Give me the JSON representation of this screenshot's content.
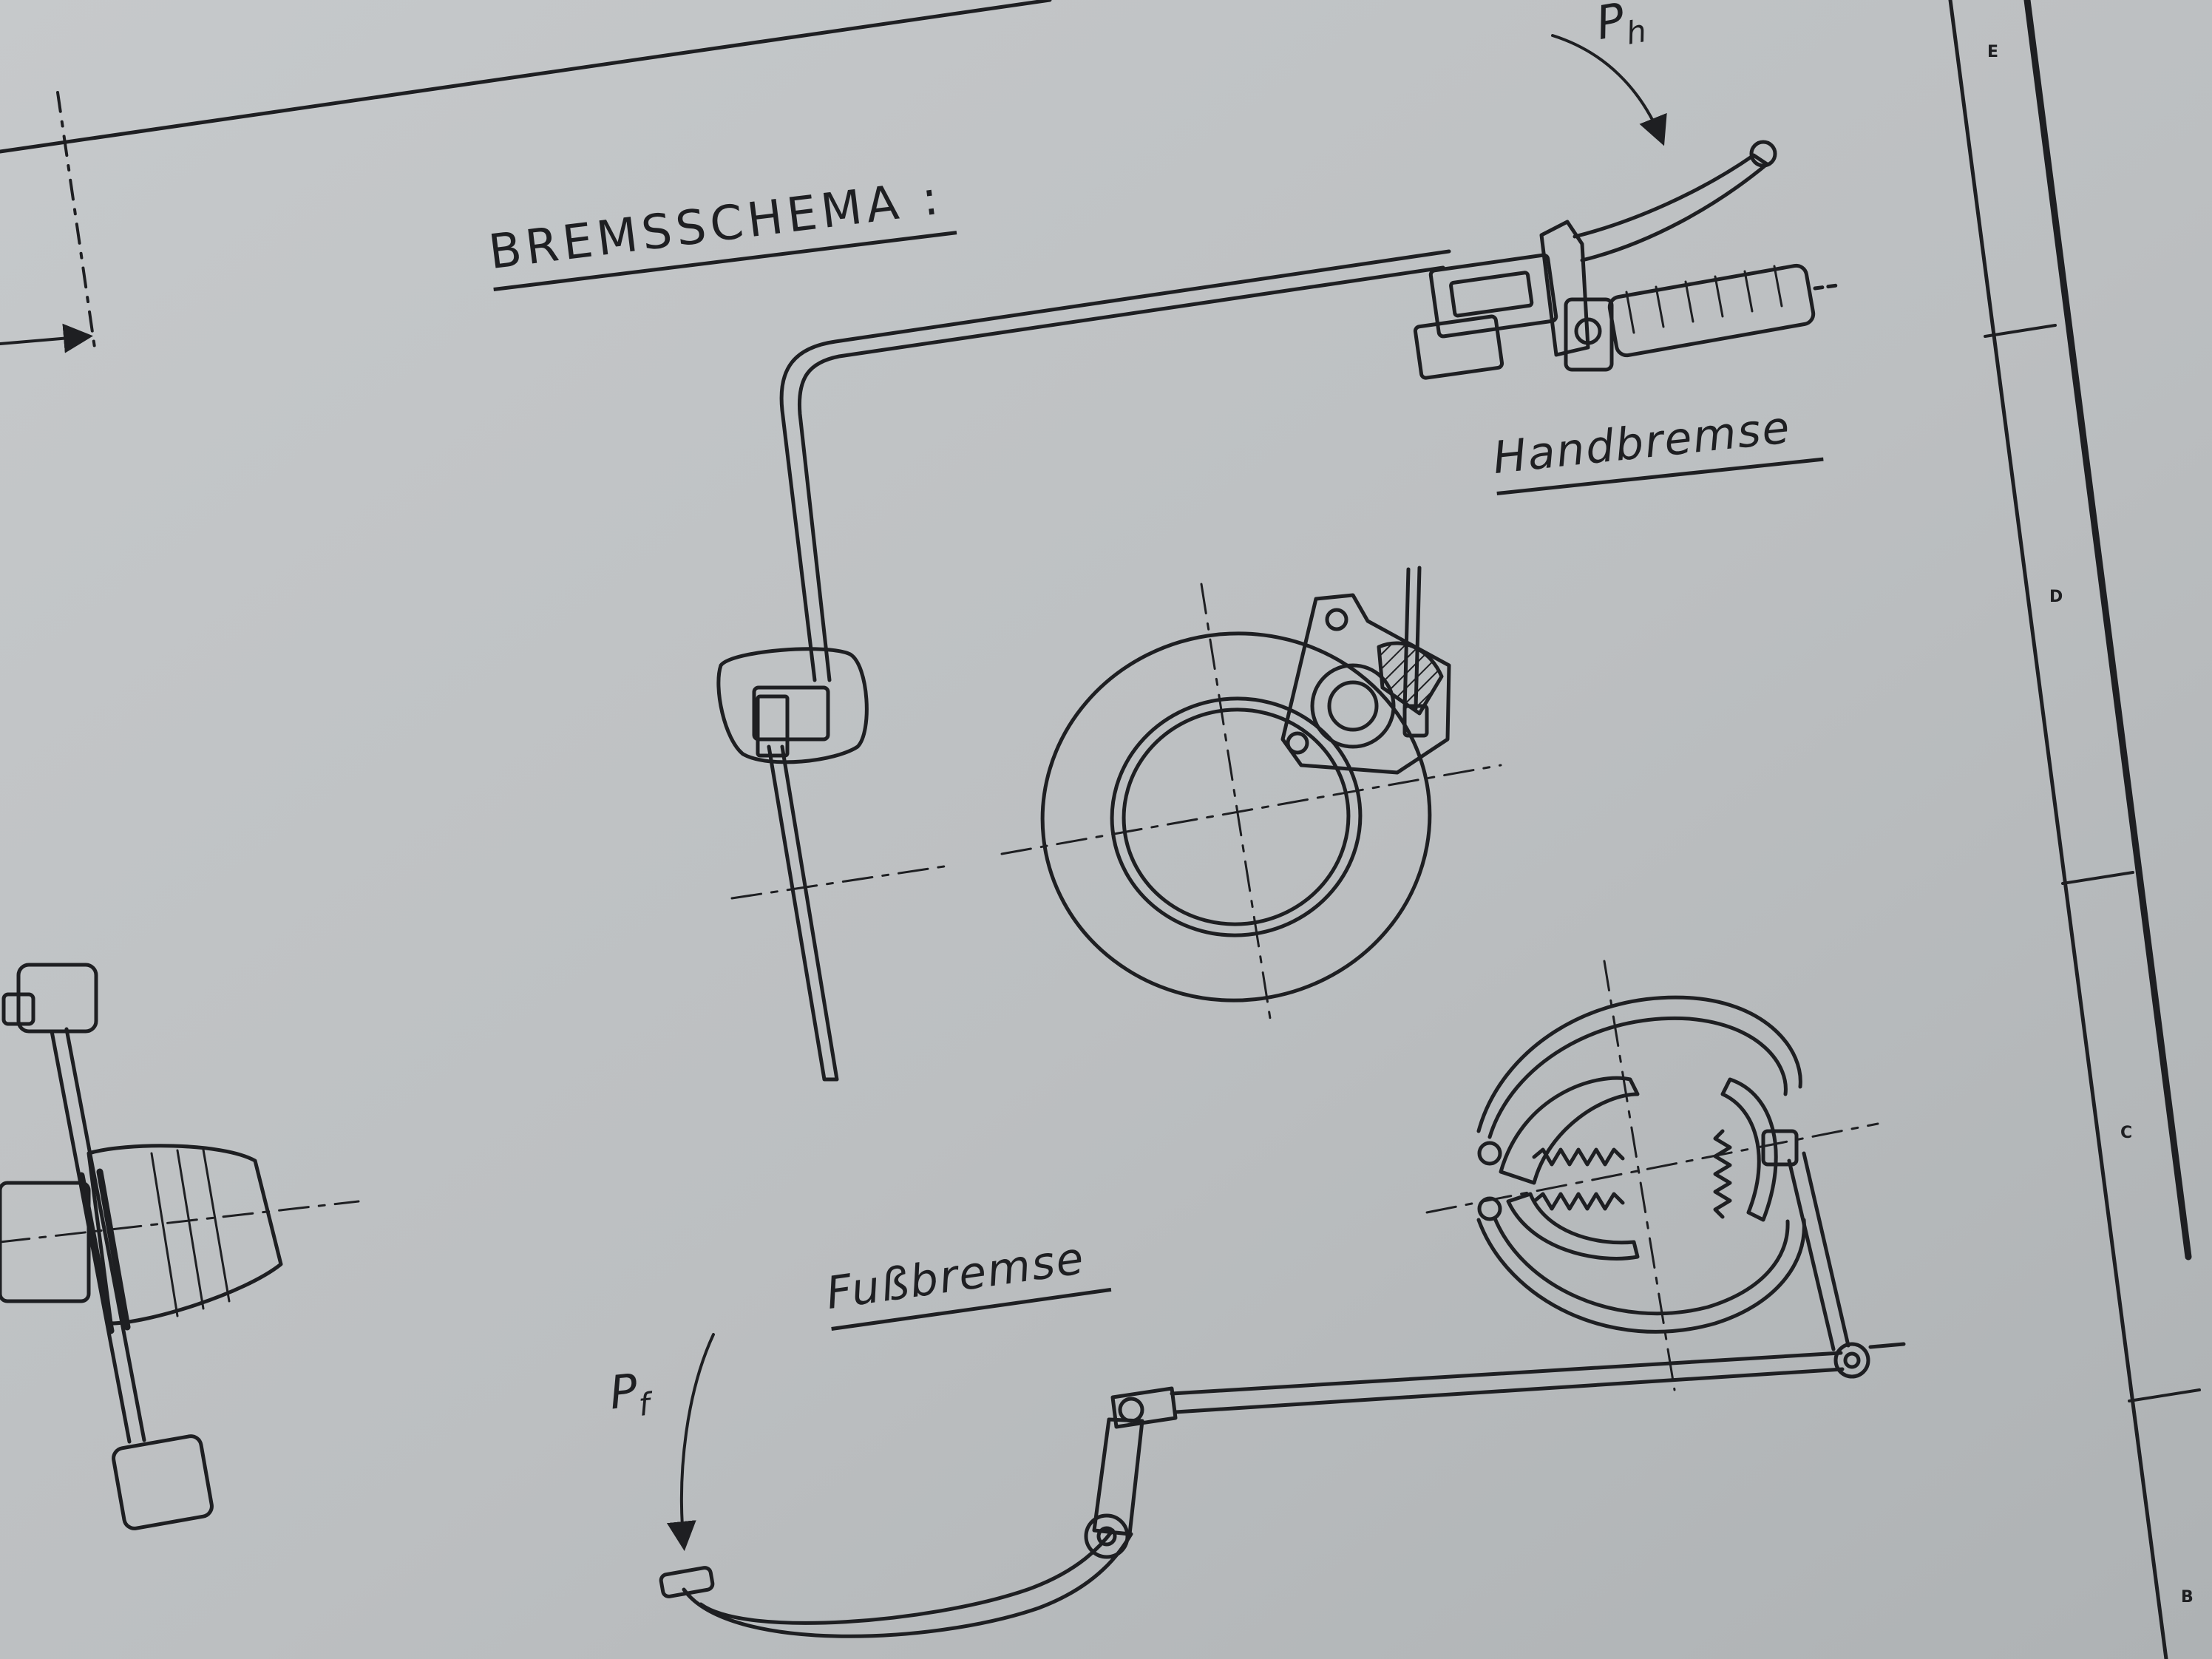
{
  "drawing": {
    "title": "BREMSSCHEMA :",
    "hand_brake_label": "Handbremse",
    "foot_brake_label": "Fußbremse",
    "hand_force": {
      "symbol": "P",
      "subscript": "h"
    },
    "foot_force": {
      "symbol": "P",
      "subscript": "f"
    },
    "margin_marks": [
      "E",
      "D",
      "C",
      "B"
    ]
  },
  "colors": {
    "paper": "#bcc0c2",
    "ink": "#1e1f22"
  }
}
